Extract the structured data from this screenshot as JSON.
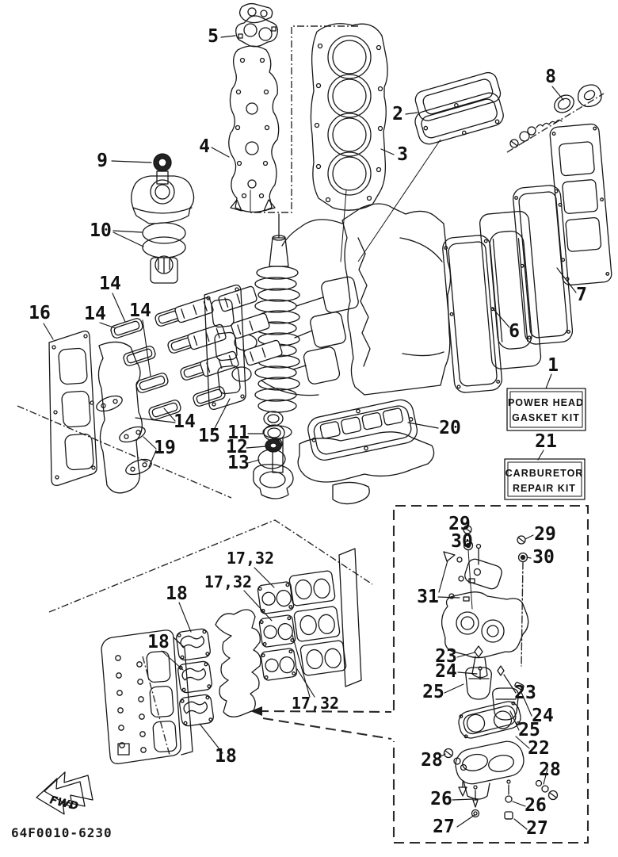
{
  "diagram": {
    "drawing_code": "64F0010-6230",
    "fwd_arrow_label": "FWD",
    "kit_boxes": [
      {
        "line1": "POWER HEAD",
        "line2": "GASKET KIT"
      },
      {
        "line1": "CARBURETOR",
        "line2": "REPAIR KIT"
      }
    ],
    "callouts": [
      "5",
      "4",
      "9",
      "10",
      "2",
      "3",
      "8",
      "7",
      "6",
      "1",
      "21",
      "16",
      "14",
      "14",
      "14",
      "14",
      "15",
      "19",
      "11",
      "12",
      "13",
      "20",
      "18",
      "18",
      "18",
      "17,32",
      "17,32",
      "17,32",
      "29",
      "30",
      "29",
      "30",
      "31",
      "23",
      "24",
      "25",
      "23",
      "24",
      "25",
      "22",
      "28",
      "28",
      "26",
      "26",
      "27",
      "27"
    ]
  }
}
